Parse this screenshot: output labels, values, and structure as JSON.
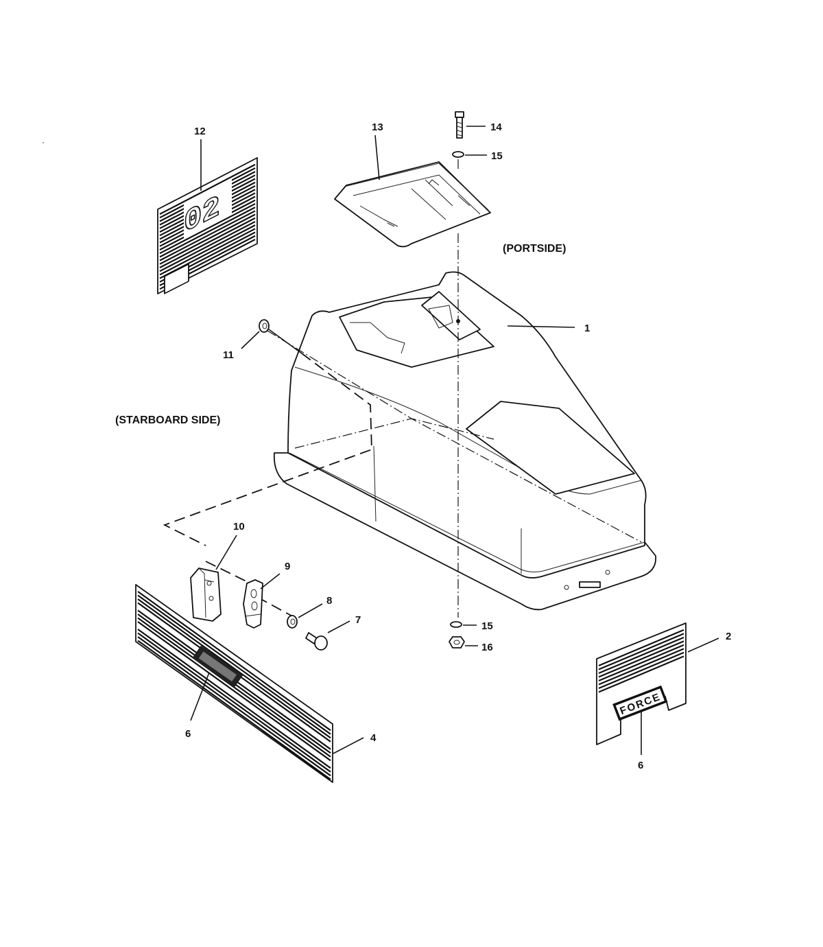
{
  "labels": {
    "portside": "(PORTSIDE)",
    "starboard": "(STARBOARD SIDE)",
    "decal_12_text": "02",
    "decal_2_text": "FORCE"
  },
  "callouts": [
    {
      "id": "c1",
      "text": "1",
      "part": "engine cover"
    },
    {
      "id": "c2",
      "text": "2",
      "part": "decal portside"
    },
    {
      "id": "c4",
      "text": "4",
      "part": "decal starboard"
    },
    {
      "id": "c6a",
      "text": "6",
      "part": "emblem starboard"
    },
    {
      "id": "c6b",
      "text": "6",
      "part": "emblem portside"
    },
    {
      "id": "c7",
      "text": "7",
      "part": "screw"
    },
    {
      "id": "c8",
      "text": "8",
      "part": "washer"
    },
    {
      "id": "c9",
      "text": "9",
      "part": "latch"
    },
    {
      "id": "c10",
      "text": "10",
      "part": "bracket"
    },
    {
      "id": "c11",
      "text": "11",
      "part": "grommet"
    },
    {
      "id": "c12",
      "text": "12",
      "part": "decal rear"
    },
    {
      "id": "c13",
      "text": "13",
      "part": "top cap"
    },
    {
      "id": "c14",
      "text": "14",
      "part": "bolt"
    },
    {
      "id": "c15a",
      "text": "15",
      "part": "washer upper"
    },
    {
      "id": "c15b",
      "text": "15",
      "part": "washer lower"
    },
    {
      "id": "c16",
      "text": "16",
      "part": "nut"
    }
  ]
}
